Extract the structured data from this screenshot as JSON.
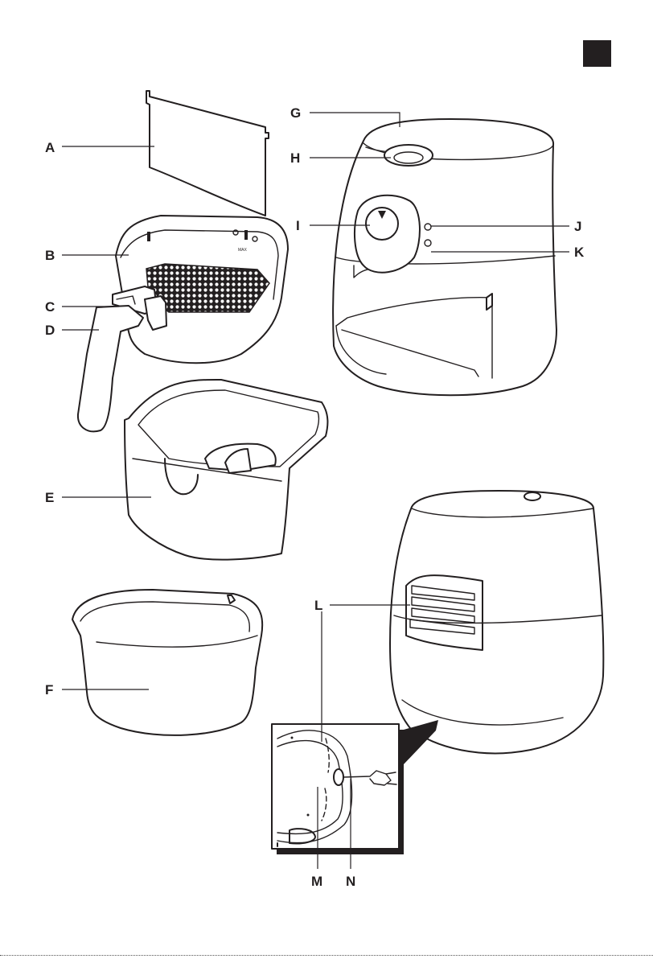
{
  "labels": {
    "A": "A",
    "B": "B",
    "C": "C",
    "D": "D",
    "E": "E",
    "F": "F",
    "G": "G",
    "H": "H",
    "I": "I",
    "J": "J",
    "K": "K",
    "L": "L",
    "M": "M",
    "N": "N"
  },
  "colors": {
    "line": "#231f20",
    "fill": "#ffffff",
    "corner_block": "#231f20"
  }
}
